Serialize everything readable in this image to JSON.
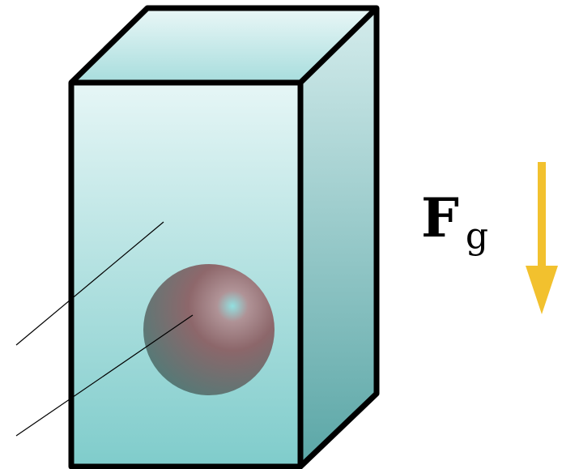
{
  "force": {
    "symbol": "F",
    "subscript": "g",
    "arrow_direction": "down",
    "arrow_color": "#f2c12e"
  },
  "container": {
    "shape": "rectangular box",
    "front_color_top": "#e6f6f6",
    "front_color_bottom": "#7fcccb",
    "top_color": "#a7dddd",
    "side_color_top": "#d4ecec",
    "side_color_bottom": "#5aa6a6",
    "edge_color": "#000000"
  },
  "object": {
    "shape": "sphere",
    "highlight_color": "#8fe0e0",
    "base_color": "#8a5a5e",
    "shadow_color": "#4f6f6c"
  },
  "lines": {
    "count": 2,
    "color": "#000000"
  }
}
